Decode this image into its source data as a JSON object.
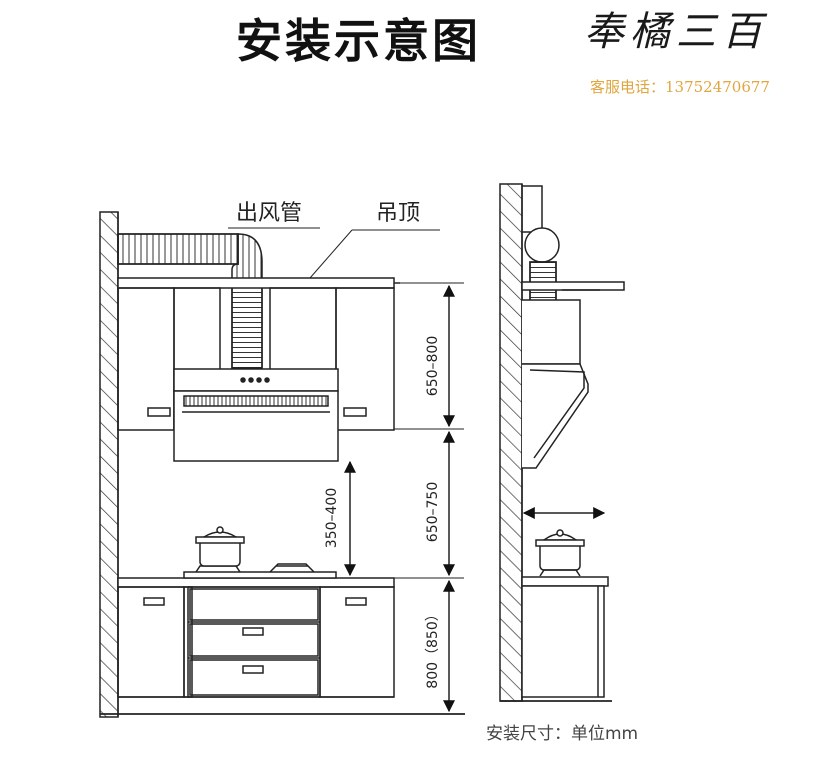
{
  "header": {
    "title": "安装示意图",
    "brand": "奉橘三百",
    "contact": "客服电话：13752470677"
  },
  "labels": {
    "duct": "出风管",
    "ceiling": "吊顶"
  },
  "dimensions": {
    "cabinet_to_hood": "650–800",
    "hood_to_stove": "650–750",
    "counter_height": "800（850）",
    "pot_clearance": "350–400"
  },
  "footer": {
    "units": "安装尺寸：单位mm"
  },
  "colors": {
    "ink": "#222222",
    "brand_contact": "#e0a63f"
  }
}
